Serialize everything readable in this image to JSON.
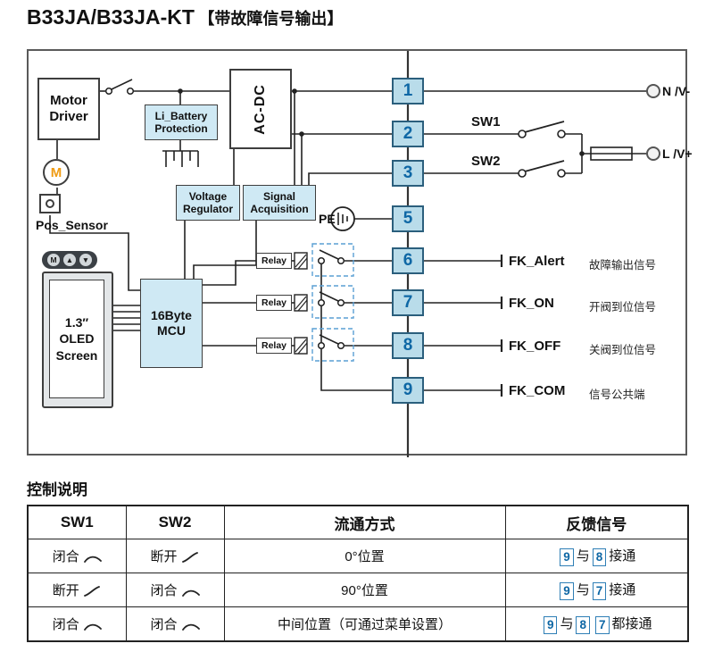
{
  "title": {
    "model": "B33JA/B33JA-KT",
    "suffix": "【带故障信号输出】"
  },
  "diagram": {
    "boxes": {
      "motor_driver": "Motor\nDriver",
      "li_battery": "Li_Battery\nProtection",
      "acdc": "AC-DC",
      "voltage_regulator": "Voltage\nRegulator",
      "signal_acquisition": "Signal\nAcquisition",
      "mcu": "16Byte\nMCU",
      "oled": "1.3″\nOLED\nScreen",
      "pos_sensor": "Pos_Sensor",
      "pe": "PE",
      "motor_letter": "M",
      "relay": "Relay"
    },
    "oled_buttons": [
      "M",
      "▲",
      "▼"
    ],
    "terminals": [
      "1",
      "2",
      "3",
      "5",
      "6",
      "7",
      "8",
      "9"
    ],
    "power": {
      "n_label": "N /V-",
      "l_label": "L /V+",
      "sw1": "SW1",
      "sw2": "SW2"
    },
    "signals": [
      {
        "name": "FK_Alert",
        "desc": "故障输出信号"
      },
      {
        "name": "FK_ON",
        "desc": "开阀到位信号"
      },
      {
        "name": "FK_OFF",
        "desc": "关阀到位信号"
      },
      {
        "name": "FK_COM",
        "desc": "信号公共端"
      }
    ]
  },
  "control": {
    "heading": "控制说明",
    "headers": [
      "SW1",
      "SW2",
      "流通方式",
      "反馈信号"
    ],
    "rows": [
      {
        "sw1": "闭合",
        "sw1_icon": "sw-glyph closed",
        "sw2": "断开",
        "sw2_icon": "sw-glyph open",
        "mode": "0°位置",
        "fb": {
          "c1": "9",
          "t1": "与",
          "c2": "8",
          "t2": "接通"
        }
      },
      {
        "sw1": "断开",
        "sw1_icon": "sw-glyph open",
        "sw2": "闭合",
        "sw2_icon": "sw-glyph closed",
        "mode": "90°位置",
        "fb": {
          "c1": "9",
          "t1": "与",
          "c2": "7",
          "t2": "接通"
        }
      },
      {
        "sw1": "闭合",
        "sw1_icon": "sw-glyph closed",
        "sw2": "闭合",
        "sw2_icon": "sw-glyph closed",
        "mode": "中间位置（可通过菜单设置）",
        "fb": {
          "c1": "9",
          "t1": "与",
          "c2": "8",
          "c3": "7",
          "t2": "都接通"
        }
      }
    ]
  },
  "colors": {
    "terminal_bg": "#b9dcea",
    "terminal_text": "#0e67a5",
    "box_blue": "#cfe9f4",
    "motor_orange": "#ef9b13",
    "relay_dashed": "#5a9fd4"
  }
}
